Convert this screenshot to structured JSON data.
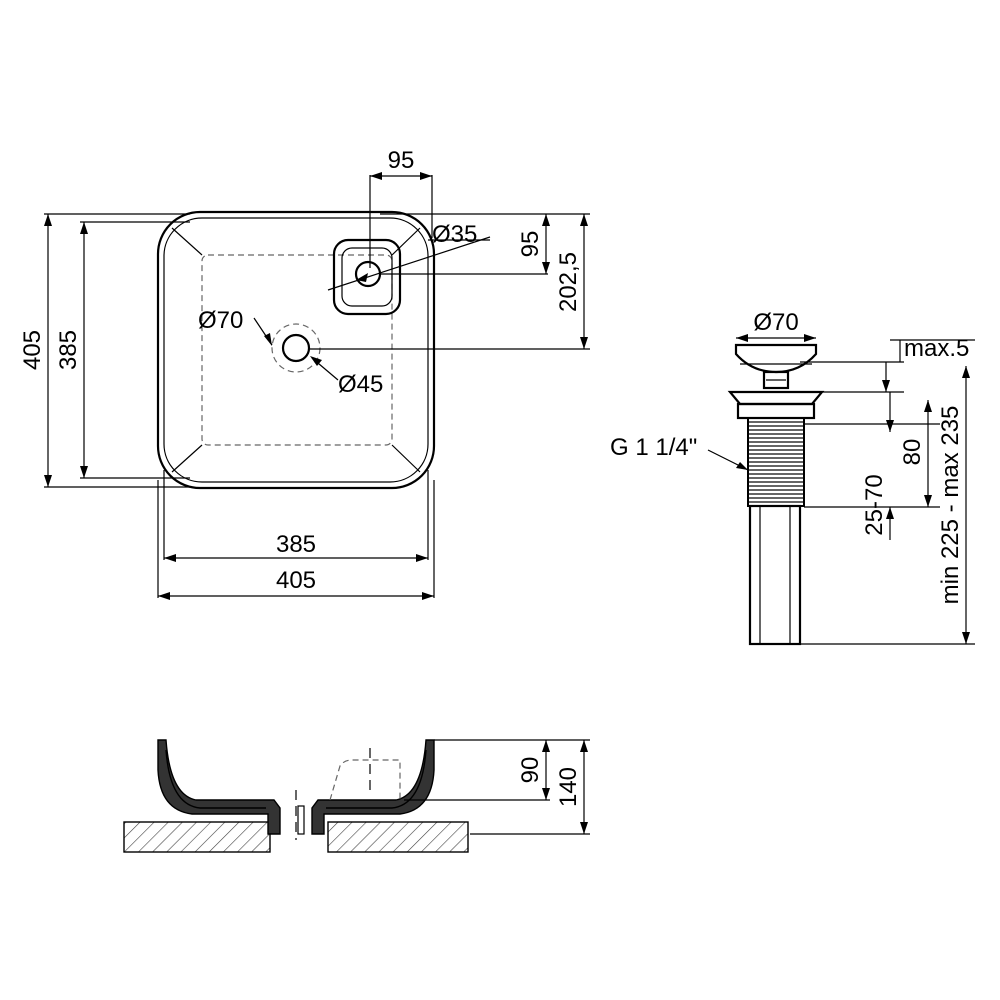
{
  "top_view": {
    "dim_top_hole_offset": "95",
    "dim_tap_hole": "Ø35",
    "dim_side_95": "95",
    "dim_side_202": "202,5",
    "dim_outer_height": "405",
    "dim_inner_height": "385",
    "dim_drain_outer": "Ø70",
    "dim_drain_inner": "Ø45",
    "dim_inner_width": "385",
    "dim_outer_width": "405"
  },
  "drain_view": {
    "dim_cap": "Ø70",
    "dim_max": "max.5",
    "thread_label": "G 1 1/4\"",
    "dim_80": "80",
    "dim_25_70": "25-70",
    "dim_range": "min 225 - max 235"
  },
  "side_view": {
    "dim_90": "90",
    "dim_140": "140"
  },
  "colors": {
    "line": "#000000",
    "hatch": "#444444",
    "fill_dark": "#333333"
  }
}
